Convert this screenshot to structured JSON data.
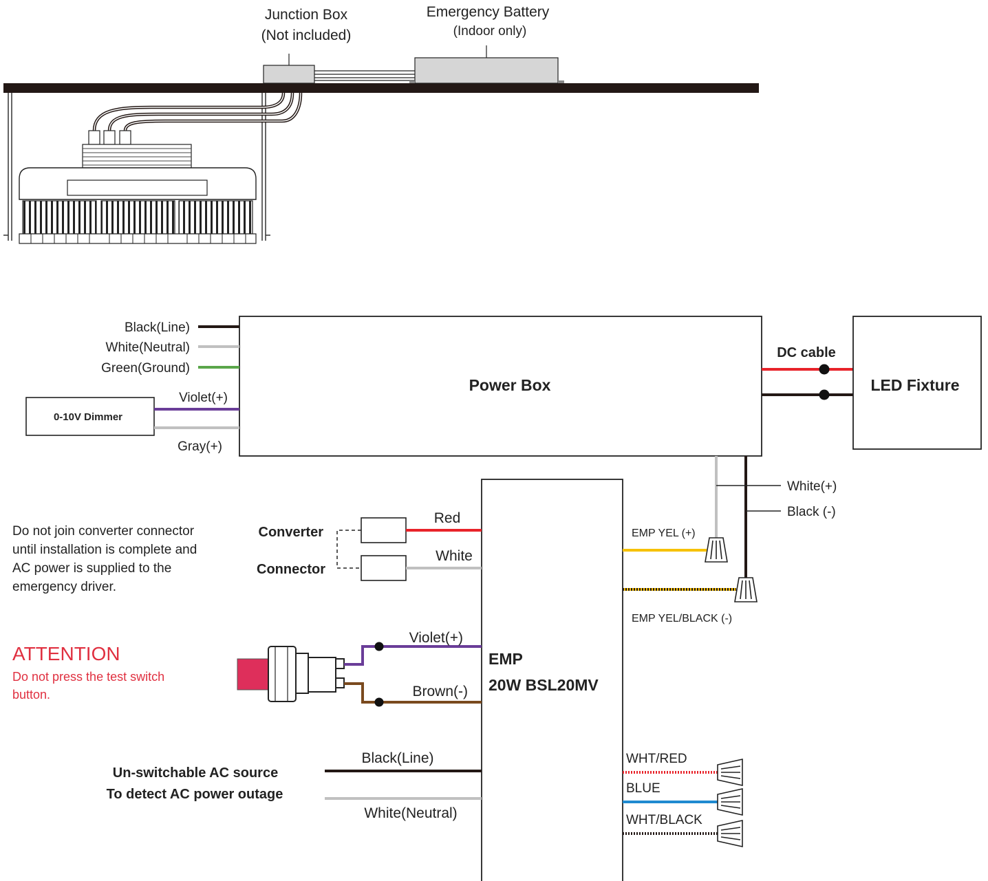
{
  "top": {
    "junction_line1": "Junction Box",
    "junction_line2": "(Not included)",
    "battery_line1": "Emergency Battery",
    "battery_line2": "(Indoor only)"
  },
  "power_box": {
    "title": "Power Box",
    "inputs": [
      "Black(Line)",
      "White(Neutral)",
      "Green(Ground)"
    ],
    "dimmer": "0-10V Dimmer",
    "violet": "Violet(+)",
    "gray": "Gray(+)",
    "dc_cable": "DC cable",
    "led_fixture": "LED Fixture"
  },
  "emp": {
    "title_line1": "EMP",
    "title_line2": "20W BSL20MV",
    "white_plus": "White(+)",
    "black_minus": "Black (-)",
    "emp_yel": "EMP YEL (+)",
    "emp_yel_black": "EMP YEL/BLACK (-)",
    "red": "Red",
    "white": "White",
    "converter": "Converter",
    "connector": "Connector",
    "violet": "Violet(+)",
    "brown": "Brown(-)",
    "black_line": "Black(Line)",
    "white_neutral": "White(Neutral)",
    "wht_red": "WHT/RED",
    "blue": "BLUE",
    "wht_black": "WHT/BLACK"
  },
  "notes": {
    "converter_line1": "Do not join converter connector",
    "converter_line2": "until installation is complete and",
    "converter_line3": "AC power is supplied to the",
    "converter_line4": "emergency driver.",
    "attention": "ATTENTION",
    "attention_line1": "Do not press the test switch",
    "attention_line2": "button.",
    "ac_line1": "Un-switchable AC source",
    "ac_line2": "To detect AC power outage"
  },
  "colors": {
    "black_wire": "#231815",
    "white_wire": "#c0c0c0",
    "green_wire": "#5aa64a",
    "violet_wire": "#6a3d98",
    "red_wire": "#e8232a",
    "yellow_wire": "#f6c100",
    "brown_wire": "#7a4a1e",
    "blue_wire": "#1f8ad0",
    "attention": "#e03040"
  }
}
